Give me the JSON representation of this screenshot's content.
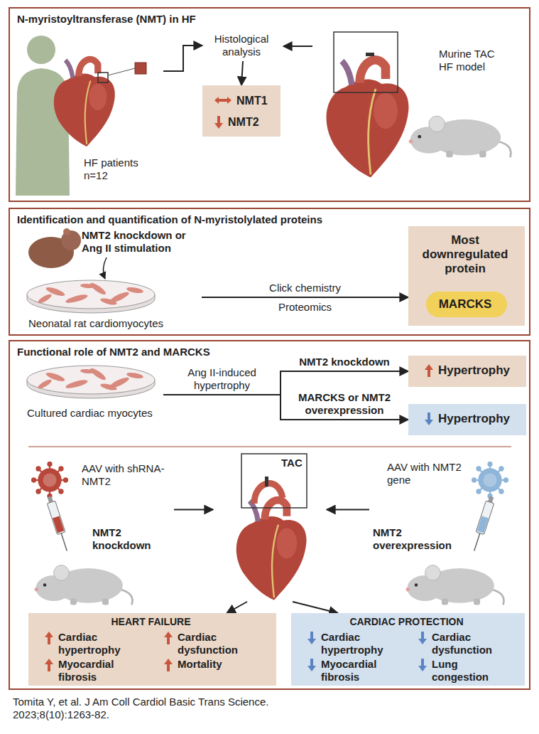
{
  "diagram": {
    "caption": "Tomita Y, et al. J Am Coll Cardiol Basic Trans Science. 2023;8(10):1263-82.",
    "nodes": [
      {
        "text": [
          "N-myristoyltransferase (NMT) in HF"
        ]
      },
      {
        "text": [
          "HF patients n=12"
        ],
        "in": 0
      },
      {
        "text": [
          "Histological analysis"
        ],
        "in": 0
      },
      {
        "text": [
          "NMT1",
          "NMT2"
        ],
        "in": 0
      },
      {
        "text": [
          "Murine TAC HF model"
        ],
        "in": 0
      },
      {
        "text": [
          "Identification and quantification of N-myristolylated proteins"
        ]
      },
      {
        "text": [
          "NMT2 knockdown or Ang II stimulation",
          "Neonatal rat cardiomyocytes"
        ],
        "in": 5
      },
      {
        "text": [
          "Most downregulated protein"
        ],
        "in": 5
      },
      {
        "text": [
          "MARCKS"
        ],
        "in": 7
      },
      {
        "text": [
          "Functional role of NMT2 and MARCKS"
        ]
      },
      {
        "text": [
          "Cultured cardiac myocytes"
        ],
        "in": 9
      },
      {
        "text": [
          "Hypertrophy"
        ],
        "in": 9
      },
      {
        "text": [
          "Hypertrophy"
        ],
        "in": 9
      },
      {
        "text": [
          "AAV with shRNA-NMT2",
          "NMT2 knockdown"
        ],
        "in": 9
      },
      {
        "text": [
          "TAC"
        ],
        "in": 9
      },
      {
        "text": [
          "AAV with NMT2 gene",
          "NMT2 overexpression"
        ],
        "in": 9
      },
      {
        "text": [
          "HEART FAILURE",
          "Cardiac hypertrophy",
          "Cardiac dysfunction",
          "Myocardial fibrosis",
          "Mortality"
        ],
        "in": 9
      },
      {
        "text": [
          "CARDIAC PROTECTION",
          "Cardiac hypertrophy",
          "Cardiac dysfunction",
          "Myocardial fibrosis",
          "Lung congestion"
        ],
        "in": 9
      }
    ],
    "edges": [
      {
        "from": 1,
        "to": 2,
        "arrow": "to"
      },
      {
        "from": 4,
        "to": 2,
        "arrow": "to"
      },
      {
        "from": 2,
        "to": 3,
        "arrow": "to"
      },
      {
        "from": 6,
        "to": 7,
        "arrow": "to",
        "label": "Click chemistry"
      },
      {
        "from": 10,
        "to": 11,
        "arrow": "to",
        "label": "NMT2 knockdown"
      },
      {
        "from": 10,
        "to": 12,
        "arrow": "to",
        "label": "MARCKS or NMT2 overexpression"
      },
      {
        "from": 13,
        "to": 14,
        "arrow": "to"
      },
      {
        "from": 15,
        "to": 14,
        "arrow": "to"
      },
      {
        "from": 14,
        "to": 16,
        "arrow": "to"
      },
      {
        "from": 14,
        "to": 17,
        "arrow": "to"
      }
    ],
    "labels": [
      "Proteomics",
      "Ang II-induced hypertrophy"
    ]
  }
}
